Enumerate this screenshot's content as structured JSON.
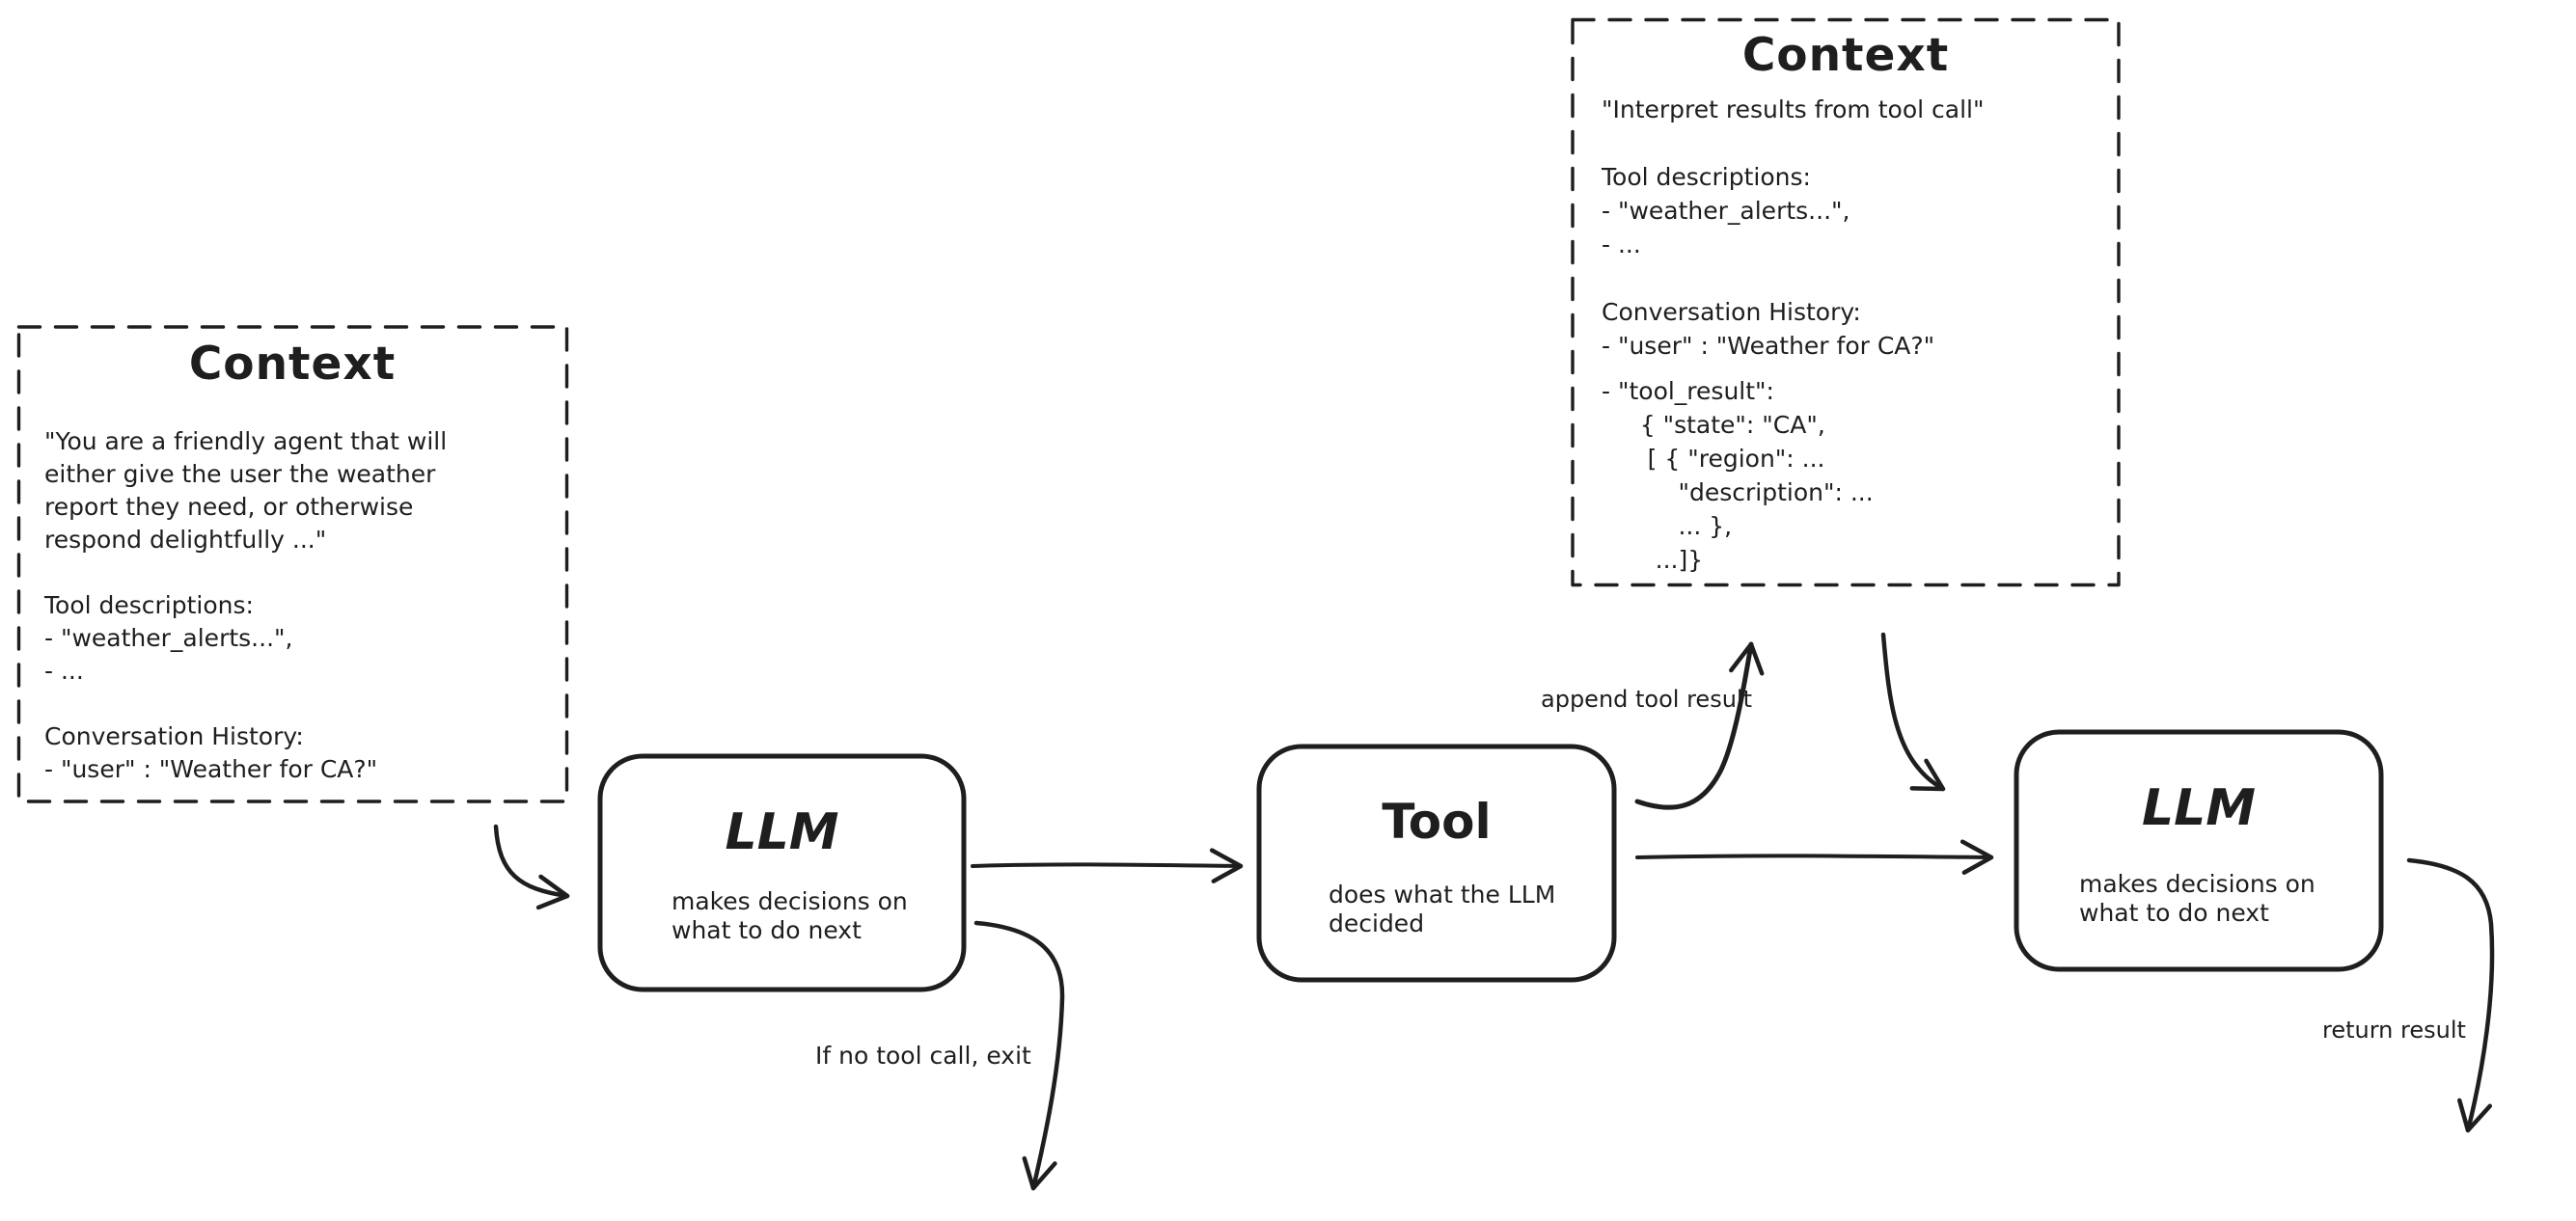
{
  "colors": {
    "stroke": "#1e1e1e",
    "background": "#ffffff"
  },
  "context_left": {
    "title": "Context",
    "lines": [
      "\"You are a friendly agent that will",
      "either give the user the weather",
      "report they need, or otherwise",
      "respond delightfully ...\"",
      "",
      "Tool descriptions:",
      "- \"weather_alerts...\",",
      "- ...",
      "",
      "Conversation History:",
      "- \"user\" : \"Weather for CA?\""
    ]
  },
  "context_top": {
    "title": "Context",
    "lines": [
      "\"Interpret results from tool call\"",
      "",
      "Tool descriptions:",
      "- \"weather_alerts...\",",
      "- ...",
      "",
      "Conversation History:",
      "- \"user\" : \"Weather for CA?\"",
      "- \"tool_result\":",
      "     { \"state\": \"CA\",",
      "      [ { \"region\": ...",
      "          \"description\": ...",
      "          ... },",
      "       ...]}"
    ]
  },
  "nodes": {
    "llm1": {
      "title": "LLM",
      "line1": "makes decisions on",
      "line2": "what to do next"
    },
    "tool": {
      "title": "Tool",
      "line1": "does what the LLM",
      "line2": "decided"
    },
    "llm2": {
      "title": "LLM",
      "line1": "makes decisions on",
      "line2": "what to do next"
    }
  },
  "edge_labels": {
    "append_tool_result": "append tool result",
    "no_tool_call_exit": "If no tool call, exit",
    "return_result": "return result"
  }
}
